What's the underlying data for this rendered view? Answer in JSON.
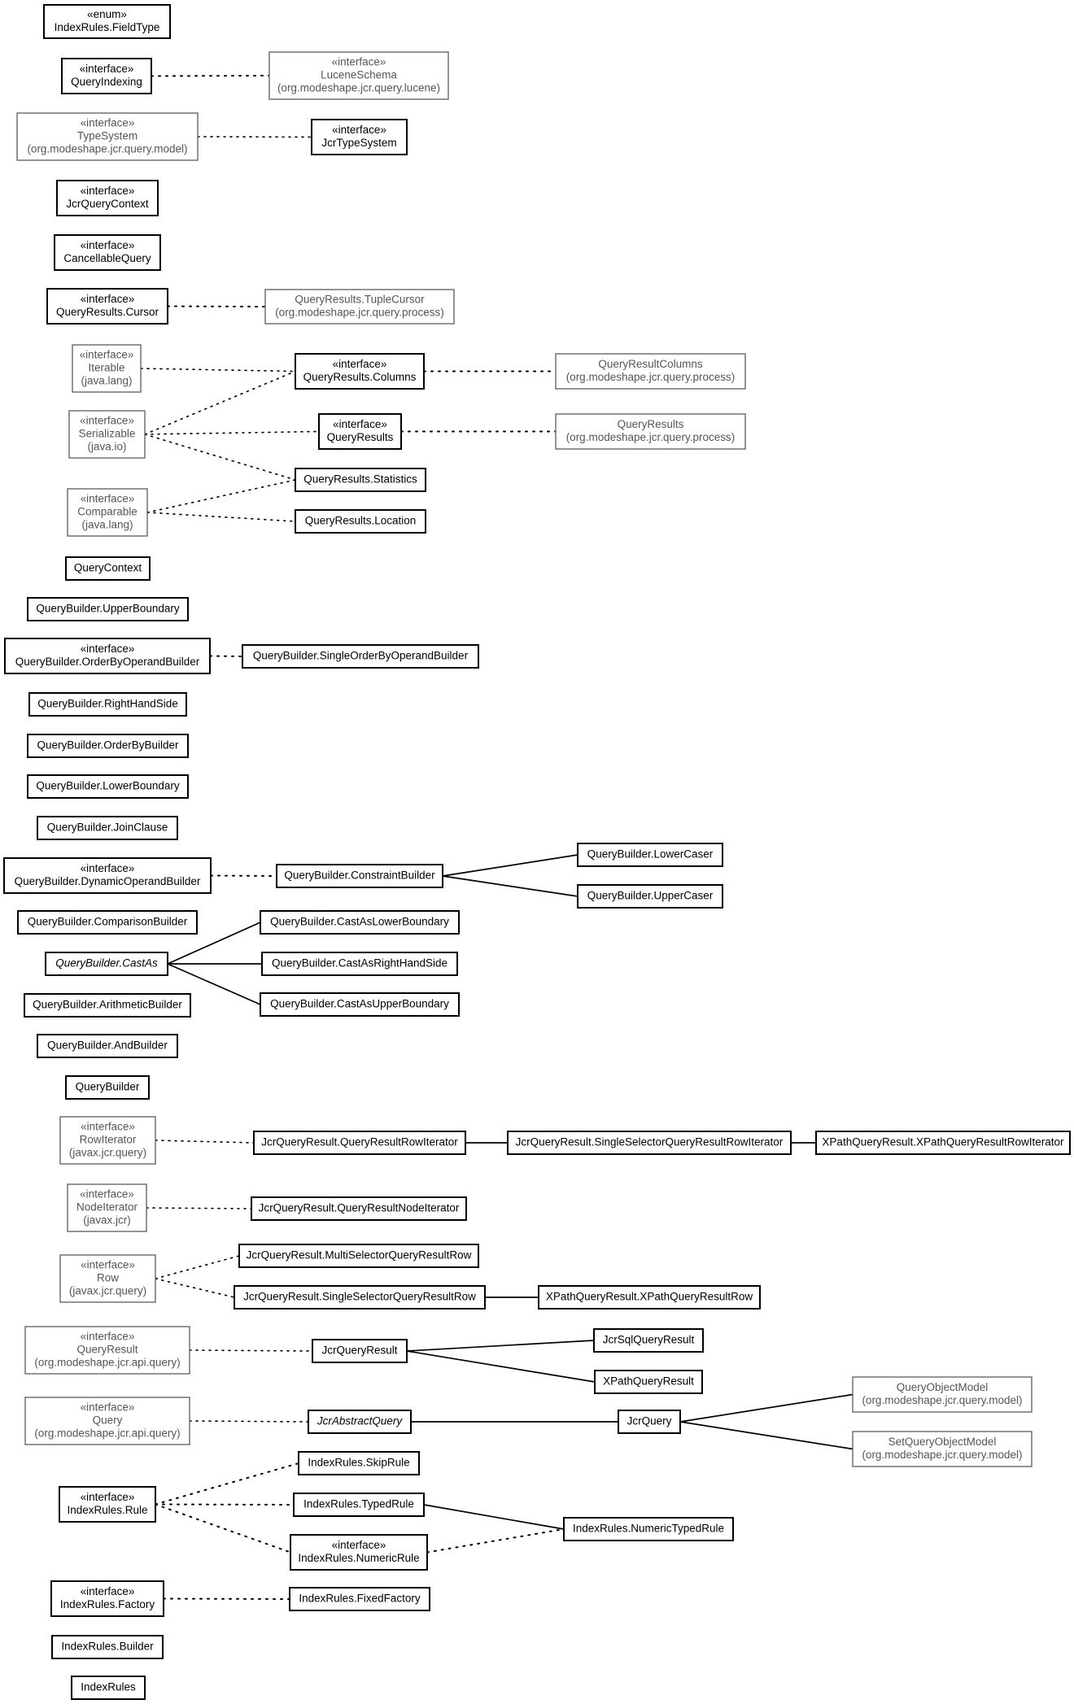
{
  "diagram": {
    "nodes": [
      {
        "id": "fieldtype",
        "lines": [
          "«enum»",
          "IndexRules.FieldType"
        ],
        "kind": "local"
      },
      {
        "id": "queryindexing",
        "lines": [
          "«interface»",
          "QueryIndexing"
        ],
        "kind": "local"
      },
      {
        "id": "luceneschema",
        "lines": [
          "«interface»",
          "LuceneSchema",
          "(org.modeshape.jcr.query.lucene)"
        ],
        "kind": "external"
      },
      {
        "id": "typesystem",
        "lines": [
          "«interface»",
          "TypeSystem",
          "(org.modeshape.jcr.query.model)"
        ],
        "kind": "external"
      },
      {
        "id": "jcrtypesystem",
        "lines": [
          "«interface»",
          "JcrTypeSystem"
        ],
        "kind": "local"
      },
      {
        "id": "jcrquerycontext",
        "lines": [
          "«interface»",
          "JcrQueryContext"
        ],
        "kind": "local"
      },
      {
        "id": "cancellablequery",
        "lines": [
          "«interface»",
          "CancellableQuery"
        ],
        "kind": "local"
      },
      {
        "id": "qrcursor",
        "lines": [
          "«interface»",
          "QueryResults.Cursor"
        ],
        "kind": "local"
      },
      {
        "id": "tuplecursor",
        "lines": [
          "QueryResults.TupleCursor",
          "(org.modeshape.jcr.query.process)"
        ],
        "kind": "external"
      },
      {
        "id": "iterable",
        "lines": [
          "«interface»",
          "Iterable",
          "(java.lang)"
        ],
        "kind": "external"
      },
      {
        "id": "qrcolumns",
        "lines": [
          "«interface»",
          "QueryResults.Columns"
        ],
        "kind": "local"
      },
      {
        "id": "queryresultcolumns",
        "lines": [
          "QueryResultColumns",
          "(org.modeshape.jcr.query.process)"
        ],
        "kind": "external"
      },
      {
        "id": "serializable",
        "lines": [
          "«interface»",
          "Serializable",
          "(java.io)"
        ],
        "kind": "external"
      },
      {
        "id": "queryresults",
        "lines": [
          "«interface»",
          "QueryResults"
        ],
        "kind": "local"
      },
      {
        "id": "queryresultsproc",
        "lines": [
          "QueryResults",
          "(org.modeshape.jcr.query.process)"
        ],
        "kind": "external"
      },
      {
        "id": "qrstatistics",
        "lines": [
          "QueryResults.Statistics"
        ],
        "kind": "local"
      },
      {
        "id": "comparable",
        "lines": [
          "«interface»",
          "Comparable",
          "(java.lang)"
        ],
        "kind": "external"
      },
      {
        "id": "qrlocation",
        "lines": [
          "QueryResults.Location"
        ],
        "kind": "local"
      },
      {
        "id": "querycontext",
        "lines": [
          "QueryContext"
        ],
        "kind": "local"
      },
      {
        "id": "qbupper",
        "lines": [
          "QueryBuilder.UpperBoundary"
        ],
        "kind": "local"
      },
      {
        "id": "qborderbyoperand",
        "lines": [
          "«interface»",
          "QueryBuilder.OrderByOperandBuilder"
        ],
        "kind": "local"
      },
      {
        "id": "qbsingleorderby",
        "lines": [
          "QueryBuilder.SingleOrderByOperandBuilder"
        ],
        "kind": "local"
      },
      {
        "id": "qbrhs",
        "lines": [
          "QueryBuilder.RightHandSide"
        ],
        "kind": "local"
      },
      {
        "id": "qborderby",
        "lines": [
          "QueryBuilder.OrderByBuilder"
        ],
        "kind": "local"
      },
      {
        "id": "qblower",
        "lines": [
          "QueryBuilder.LowerBoundary"
        ],
        "kind": "local"
      },
      {
        "id": "qbjoin",
        "lines": [
          "QueryBuilder.JoinClause"
        ],
        "kind": "local"
      },
      {
        "id": "qbdynamic",
        "lines": [
          "«interface»",
          "QueryBuilder.DynamicOperandBuilder"
        ],
        "kind": "local"
      },
      {
        "id": "qbconstraint",
        "lines": [
          "QueryBuilder.ConstraintBuilder"
        ],
        "kind": "local"
      },
      {
        "id": "qblowercaser",
        "lines": [
          "QueryBuilder.LowerCaser"
        ],
        "kind": "local"
      },
      {
        "id": "qbuppercaser",
        "lines": [
          "QueryBuilder.UpperCaser"
        ],
        "kind": "local"
      },
      {
        "id": "qbcomparison",
        "lines": [
          "QueryBuilder.ComparisonBuilder"
        ],
        "kind": "local"
      },
      {
        "id": "qbcastas",
        "lines": [
          "QueryBuilder.CastAs"
        ],
        "kind": "local",
        "abstract": true
      },
      {
        "id": "qbcastlower",
        "lines": [
          "QueryBuilder.CastAsLowerBoundary"
        ],
        "kind": "local"
      },
      {
        "id": "qbcastrhs",
        "lines": [
          "QueryBuilder.CastAsRightHandSide"
        ],
        "kind": "local"
      },
      {
        "id": "qbcastupper",
        "lines": [
          "QueryBuilder.CastAsUpperBoundary"
        ],
        "kind": "local"
      },
      {
        "id": "qbarith",
        "lines": [
          "QueryBuilder.ArithmeticBuilder"
        ],
        "kind": "local"
      },
      {
        "id": "qband",
        "lines": [
          "QueryBuilder.AndBuilder"
        ],
        "kind": "local"
      },
      {
        "id": "querybuilder",
        "lines": [
          "QueryBuilder"
        ],
        "kind": "local"
      },
      {
        "id": "rowiterator",
        "lines": [
          "«interface»",
          "RowIterator",
          "(javax.jcr.query)"
        ],
        "kind": "external"
      },
      {
        "id": "jqrrowiter",
        "lines": [
          "JcrQueryResult.QueryResultRowIterator"
        ],
        "kind": "local"
      },
      {
        "id": "jqrsinglerowiter",
        "lines": [
          "JcrQueryResult.SingleSelectorQueryResultRowIterator"
        ],
        "kind": "local"
      },
      {
        "id": "xpathrowiter",
        "lines": [
          "XPathQueryResult.XPathQueryResultRowIterator"
        ],
        "kind": "local"
      },
      {
        "id": "nodeiterator",
        "lines": [
          "«interface»",
          "NodeIterator",
          "(javax.jcr)"
        ],
        "kind": "external"
      },
      {
        "id": "jqrnodeiter",
        "lines": [
          "JcrQueryResult.QueryResultNodeIterator"
        ],
        "kind": "local"
      },
      {
        "id": "row",
        "lines": [
          "«interface»",
          "Row",
          "(javax.jcr.query)"
        ],
        "kind": "external"
      },
      {
        "id": "jqrmultirow",
        "lines": [
          "JcrQueryResult.MultiSelectorQueryResultRow"
        ],
        "kind": "local"
      },
      {
        "id": "jqrsinglerow",
        "lines": [
          "JcrQueryResult.SingleSelectorQueryResultRow"
        ],
        "kind": "local"
      },
      {
        "id": "xpathrow",
        "lines": [
          "XPathQueryResult.XPathQueryResultRow"
        ],
        "kind": "local"
      },
      {
        "id": "queryresultapi",
        "lines": [
          "«interface»",
          "QueryResult",
          "(org.modeshape.jcr.api.query)"
        ],
        "kind": "external"
      },
      {
        "id": "jcrqueryresult",
        "lines": [
          "JcrQueryResult"
        ],
        "kind": "local"
      },
      {
        "id": "jcrsqlqueryresult",
        "lines": [
          "JcrSqlQueryResult"
        ],
        "kind": "local"
      },
      {
        "id": "xpathqueryresult",
        "lines": [
          "XPathQueryResult"
        ],
        "kind": "local"
      },
      {
        "id": "queryapi",
        "lines": [
          "«interface»",
          "Query",
          "(org.modeshape.jcr.api.query)"
        ],
        "kind": "external"
      },
      {
        "id": "jcrabstractquery",
        "lines": [
          "JcrAbstractQuery"
        ],
        "kind": "local",
        "abstract": true
      },
      {
        "id": "jcrquery",
        "lines": [
          "JcrQuery"
        ],
        "kind": "local"
      },
      {
        "id": "queryobjectmodel",
        "lines": [
          "QueryObjectModel",
          "(org.modeshape.jcr.query.model)"
        ],
        "kind": "external"
      },
      {
        "id": "setqueryobjectmodel",
        "lines": [
          "SetQueryObjectModel",
          "(org.modeshape.jcr.query.model)"
        ],
        "kind": "external"
      },
      {
        "id": "irskiprule",
        "lines": [
          "IndexRules.SkipRule"
        ],
        "kind": "local"
      },
      {
        "id": "irrule",
        "lines": [
          "«interface»",
          "IndexRules.Rule"
        ],
        "kind": "local"
      },
      {
        "id": "irtypedrule",
        "lines": [
          "IndexRules.TypedRule"
        ],
        "kind": "local"
      },
      {
        "id": "irnumerictypedrule",
        "lines": [
          "IndexRules.NumericTypedRule"
        ],
        "kind": "local"
      },
      {
        "id": "irnumericrule",
        "lines": [
          "«interface»",
          "IndexRules.NumericRule"
        ],
        "kind": "local"
      },
      {
        "id": "irfactory",
        "lines": [
          "«interface»",
          "IndexRules.Factory"
        ],
        "kind": "local"
      },
      {
        "id": "irfixedfactory",
        "lines": [
          "IndexRules.FixedFactory"
        ],
        "kind": "local"
      },
      {
        "id": "irbuilder",
        "lines": [
          "IndexRules.Builder"
        ],
        "kind": "local"
      },
      {
        "id": "indexrules",
        "lines": [
          "IndexRules"
        ],
        "kind": "local"
      }
    ],
    "edges": [
      {
        "from": "queryindexing",
        "to": "luceneschema",
        "style": "dotted"
      },
      {
        "from": "typesystem",
        "to": "jcrtypesystem",
        "style": "dotted-light"
      },
      {
        "from": "qrcursor",
        "to": "tuplecursor",
        "style": "dotted"
      },
      {
        "from": "iterable",
        "to": "qrcolumns",
        "style": "dotted-light"
      },
      {
        "from": "qrcolumns",
        "to": "queryresultcolumns",
        "style": "dotted"
      },
      {
        "from": "serializable",
        "to": "qrcolumns",
        "style": "dotted-light"
      },
      {
        "from": "serializable",
        "to": "queryresults",
        "style": "dotted-light"
      },
      {
        "from": "serializable",
        "to": "qrstatistics",
        "style": "dotted-light"
      },
      {
        "from": "queryresults",
        "to": "queryresultsproc",
        "style": "dotted"
      },
      {
        "from": "comparable",
        "to": "qrstatistics",
        "style": "dotted-light"
      },
      {
        "from": "comparable",
        "to": "qrlocation",
        "style": "dotted-light"
      },
      {
        "from": "qborderbyoperand",
        "to": "qbsingleorderby",
        "style": "dotted"
      },
      {
        "from": "qbdynamic",
        "to": "qbconstraint",
        "style": "dotted"
      },
      {
        "from": "qbconstraint",
        "to": "qblowercaser",
        "style": "solid"
      },
      {
        "from": "qbconstraint",
        "to": "qbuppercaser",
        "style": "solid"
      },
      {
        "from": "qbcastas",
        "to": "qbcastlower",
        "style": "solid"
      },
      {
        "from": "qbcastas",
        "to": "qbcastrhs",
        "style": "solid"
      },
      {
        "from": "qbcastas",
        "to": "qbcastupper",
        "style": "solid"
      },
      {
        "from": "rowiterator",
        "to": "jqrrowiter",
        "style": "dotted-light"
      },
      {
        "from": "jqrrowiter",
        "to": "jqrsinglerowiter",
        "style": "solid"
      },
      {
        "from": "jqrsinglerowiter",
        "to": "xpathrowiter",
        "style": "solid"
      },
      {
        "from": "nodeiterator",
        "to": "jqrnodeiter",
        "style": "dotted-light"
      },
      {
        "from": "row",
        "to": "jqrmultirow",
        "style": "dotted-light"
      },
      {
        "from": "row",
        "to": "jqrsinglerow",
        "style": "dotted-light"
      },
      {
        "from": "jqrsinglerow",
        "to": "xpathrow",
        "style": "solid"
      },
      {
        "from": "queryresultapi",
        "to": "jcrqueryresult",
        "style": "dotted-light"
      },
      {
        "from": "jcrqueryresult",
        "to": "jcrsqlqueryresult",
        "style": "solid"
      },
      {
        "from": "jcrqueryresult",
        "to": "xpathqueryresult",
        "style": "solid"
      },
      {
        "from": "queryapi",
        "to": "jcrabstractquery",
        "style": "dotted-light"
      },
      {
        "from": "jcrabstractquery",
        "to": "jcrquery",
        "style": "solid"
      },
      {
        "from": "jcrquery",
        "to": "queryobjectmodel",
        "style": "solid"
      },
      {
        "from": "jcrquery",
        "to": "setqueryobjectmodel",
        "style": "solid"
      },
      {
        "from": "irrule",
        "to": "irskiprule",
        "style": "dotted"
      },
      {
        "from": "irrule",
        "to": "irtypedrule",
        "style": "dotted"
      },
      {
        "from": "irrule",
        "to": "irnumericrule",
        "style": "dotted"
      },
      {
        "from": "irtypedrule",
        "to": "irnumerictypedrule",
        "style": "solid"
      },
      {
        "from": "irnumericrule",
        "to": "irnumerictypedrule",
        "style": "dotted"
      },
      {
        "from": "irfactory",
        "to": "irfixedfactory",
        "style": "dotted"
      }
    ]
  }
}
